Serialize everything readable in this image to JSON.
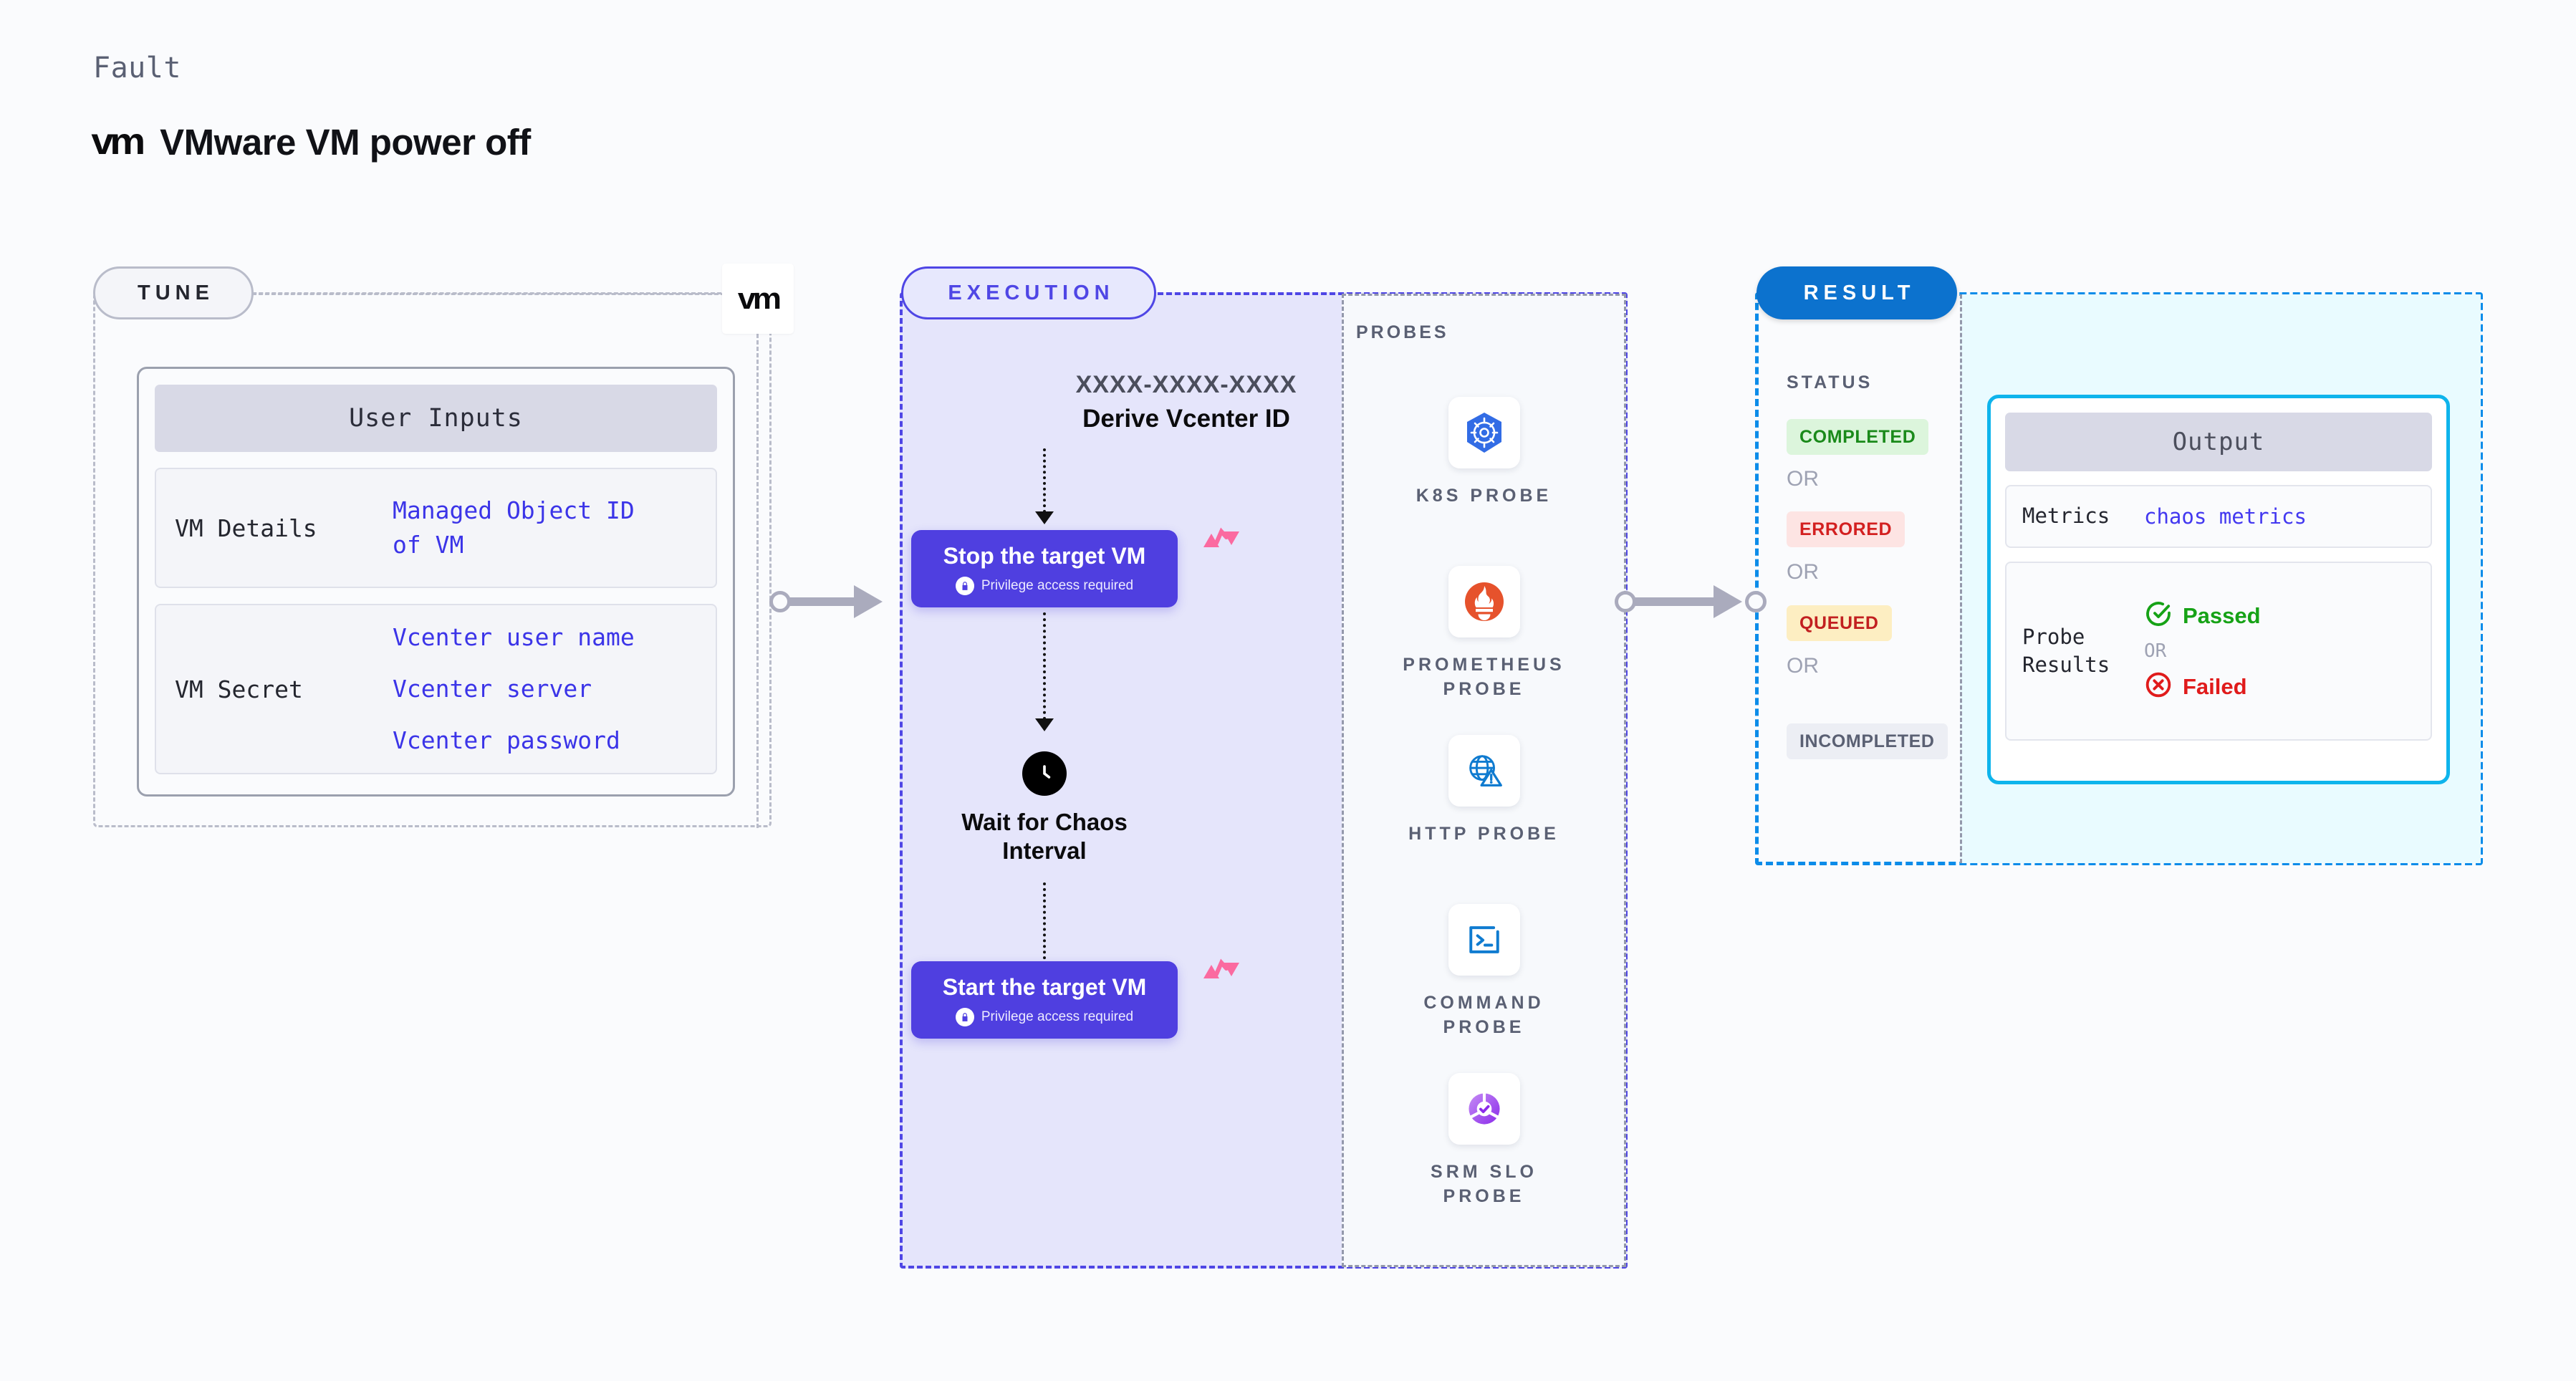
{
  "header": {
    "eyebrow": "Fault",
    "logo_glyph": "vm",
    "title": "VMware VM power off"
  },
  "tune": {
    "pill_label": "TUNE",
    "badge_logo": "vm",
    "card_title": "User Inputs",
    "rows": [
      {
        "key": "VM Details",
        "values": [
          "Managed Object ID",
          "of VM"
        ]
      },
      {
        "key": "VM Secret",
        "values": [
          "Vcenter user name",
          "Vcenter server",
          "Vcenter password"
        ]
      }
    ]
  },
  "execution": {
    "pill_label": "EXECUTION",
    "derive_id": "XXXX-XXXX-XXXX",
    "derive_name": "Derive Vcenter ID",
    "step_stop": {
      "title": "Stop the target VM",
      "subtitle": "Privilege access required"
    },
    "wait": {
      "label_line1": "Wait for Chaos",
      "label_line2": "Interval",
      "icon": "clock-icon"
    },
    "step_start": {
      "title": "Start the target VM",
      "subtitle": "Privilege access required"
    }
  },
  "probes": {
    "label": "PROBES",
    "items": [
      {
        "name": "K8S  PROBE",
        "icon": "kubernetes-icon",
        "color": "#326ce5"
      },
      {
        "name": "PROMETHEUS\nPROBE",
        "icon": "prometheus-icon",
        "color": "#e6522c"
      },
      {
        "name": "HTTP  PROBE",
        "icon": "http-globe-warning-icon",
        "color": "#0f7bd0"
      },
      {
        "name": "COMMAND\nPROBE",
        "icon": "command-terminal-icon",
        "color": "#0f7bd0"
      },
      {
        "name": "SRM  SLO\nPROBE",
        "icon": "srm-slo-icon",
        "color": "#9b4dea"
      }
    ]
  },
  "result": {
    "pill_label": "RESULT",
    "status_label": "STATUS",
    "or_label": "OR",
    "statuses": [
      {
        "text": "COMPLETED",
        "bg": "#dcf5dc",
        "fg": "#1a8a1a"
      },
      {
        "text": "ERRORED",
        "bg": "#fde4e3",
        "fg": "#d32020"
      },
      {
        "text": "QUEUED",
        "bg": "#fdeec2",
        "fg": "#c22020"
      },
      {
        "text": "INCOMPLETED",
        "bg": "#eceef4",
        "fg": "#5a6073"
      }
    ],
    "output": {
      "title": "Output",
      "metrics_key": "Metrics",
      "metrics_value": "chaos metrics",
      "probe_results_key": "Probe\nResults",
      "passed": "Passed",
      "failed": "Failed",
      "or_label": "OR",
      "passed_color": "#16a216",
      "failed_color": "#e01b1b"
    }
  },
  "colors": {
    "accent_indigo": "#4f46e5",
    "accent_blue": "#0c72ce",
    "accent_cyan": "#0eb4ec",
    "chaos_pink": "#fb6aa0",
    "step_purple": "#4f3fe0"
  }
}
